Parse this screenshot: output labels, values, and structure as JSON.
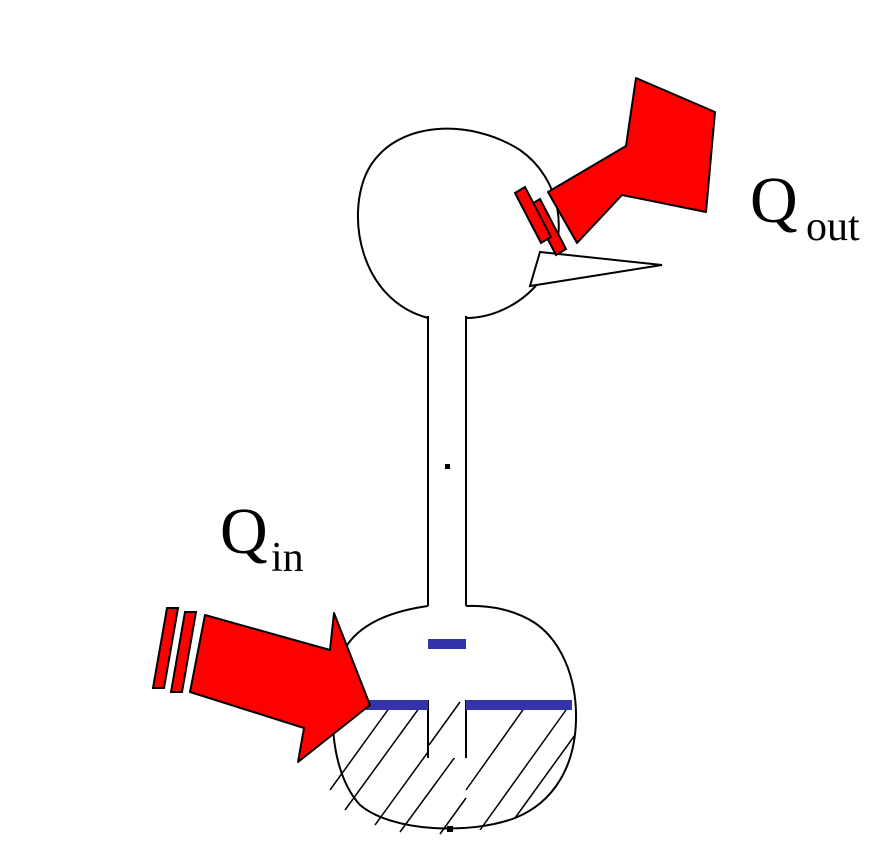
{
  "labels": {
    "q_out_main": "Q",
    "q_out_sub": "out",
    "q_in_main": "Q",
    "q_in_sub": "in"
  },
  "colors": {
    "arrow_fill": "#ff0000",
    "arrow_stroke": "#000000",
    "liquid_level": "#3333aa",
    "outline": "#000000",
    "background": "#ffffff"
  }
}
